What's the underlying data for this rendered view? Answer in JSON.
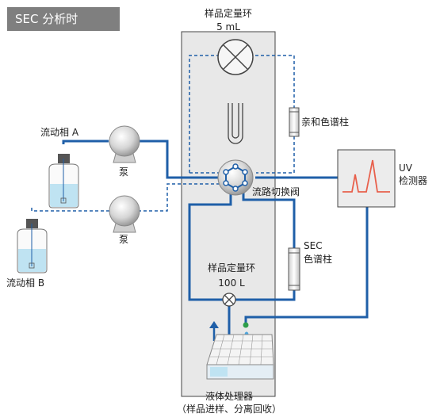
{
  "title": "SEC 分析时",
  "labels": {
    "loop_top": "样品定量环",
    "loop_top_volume": "5 mL",
    "affinity_column": "亲和色谱柱",
    "mobile_phase_a": "流动相 A",
    "mobile_phase_b": "流动相 B",
    "pump_1": "泵",
    "pump_2": "泵",
    "switch_valve": "流路切换阀",
    "uv_line1": "UV",
    "uv_line2": "检测器",
    "sec_line1": "SEC",
    "sec_line2": "色谱柱",
    "loop_bottom": "样品定量环",
    "loop_bottom_volume": "100 L",
    "handler_line1": "液体处理器",
    "handler_line2": "（样品进样、分离回收）"
  },
  "colors": {
    "active_flow": "#1f5fa8",
    "inactive_flow": "#1f5fa8",
    "panel_bg": "#e8e8e8",
    "uv_trace": "#e8604c",
    "liquid": "#bfe3f2",
    "title_bg": "#7f7f7f"
  }
}
